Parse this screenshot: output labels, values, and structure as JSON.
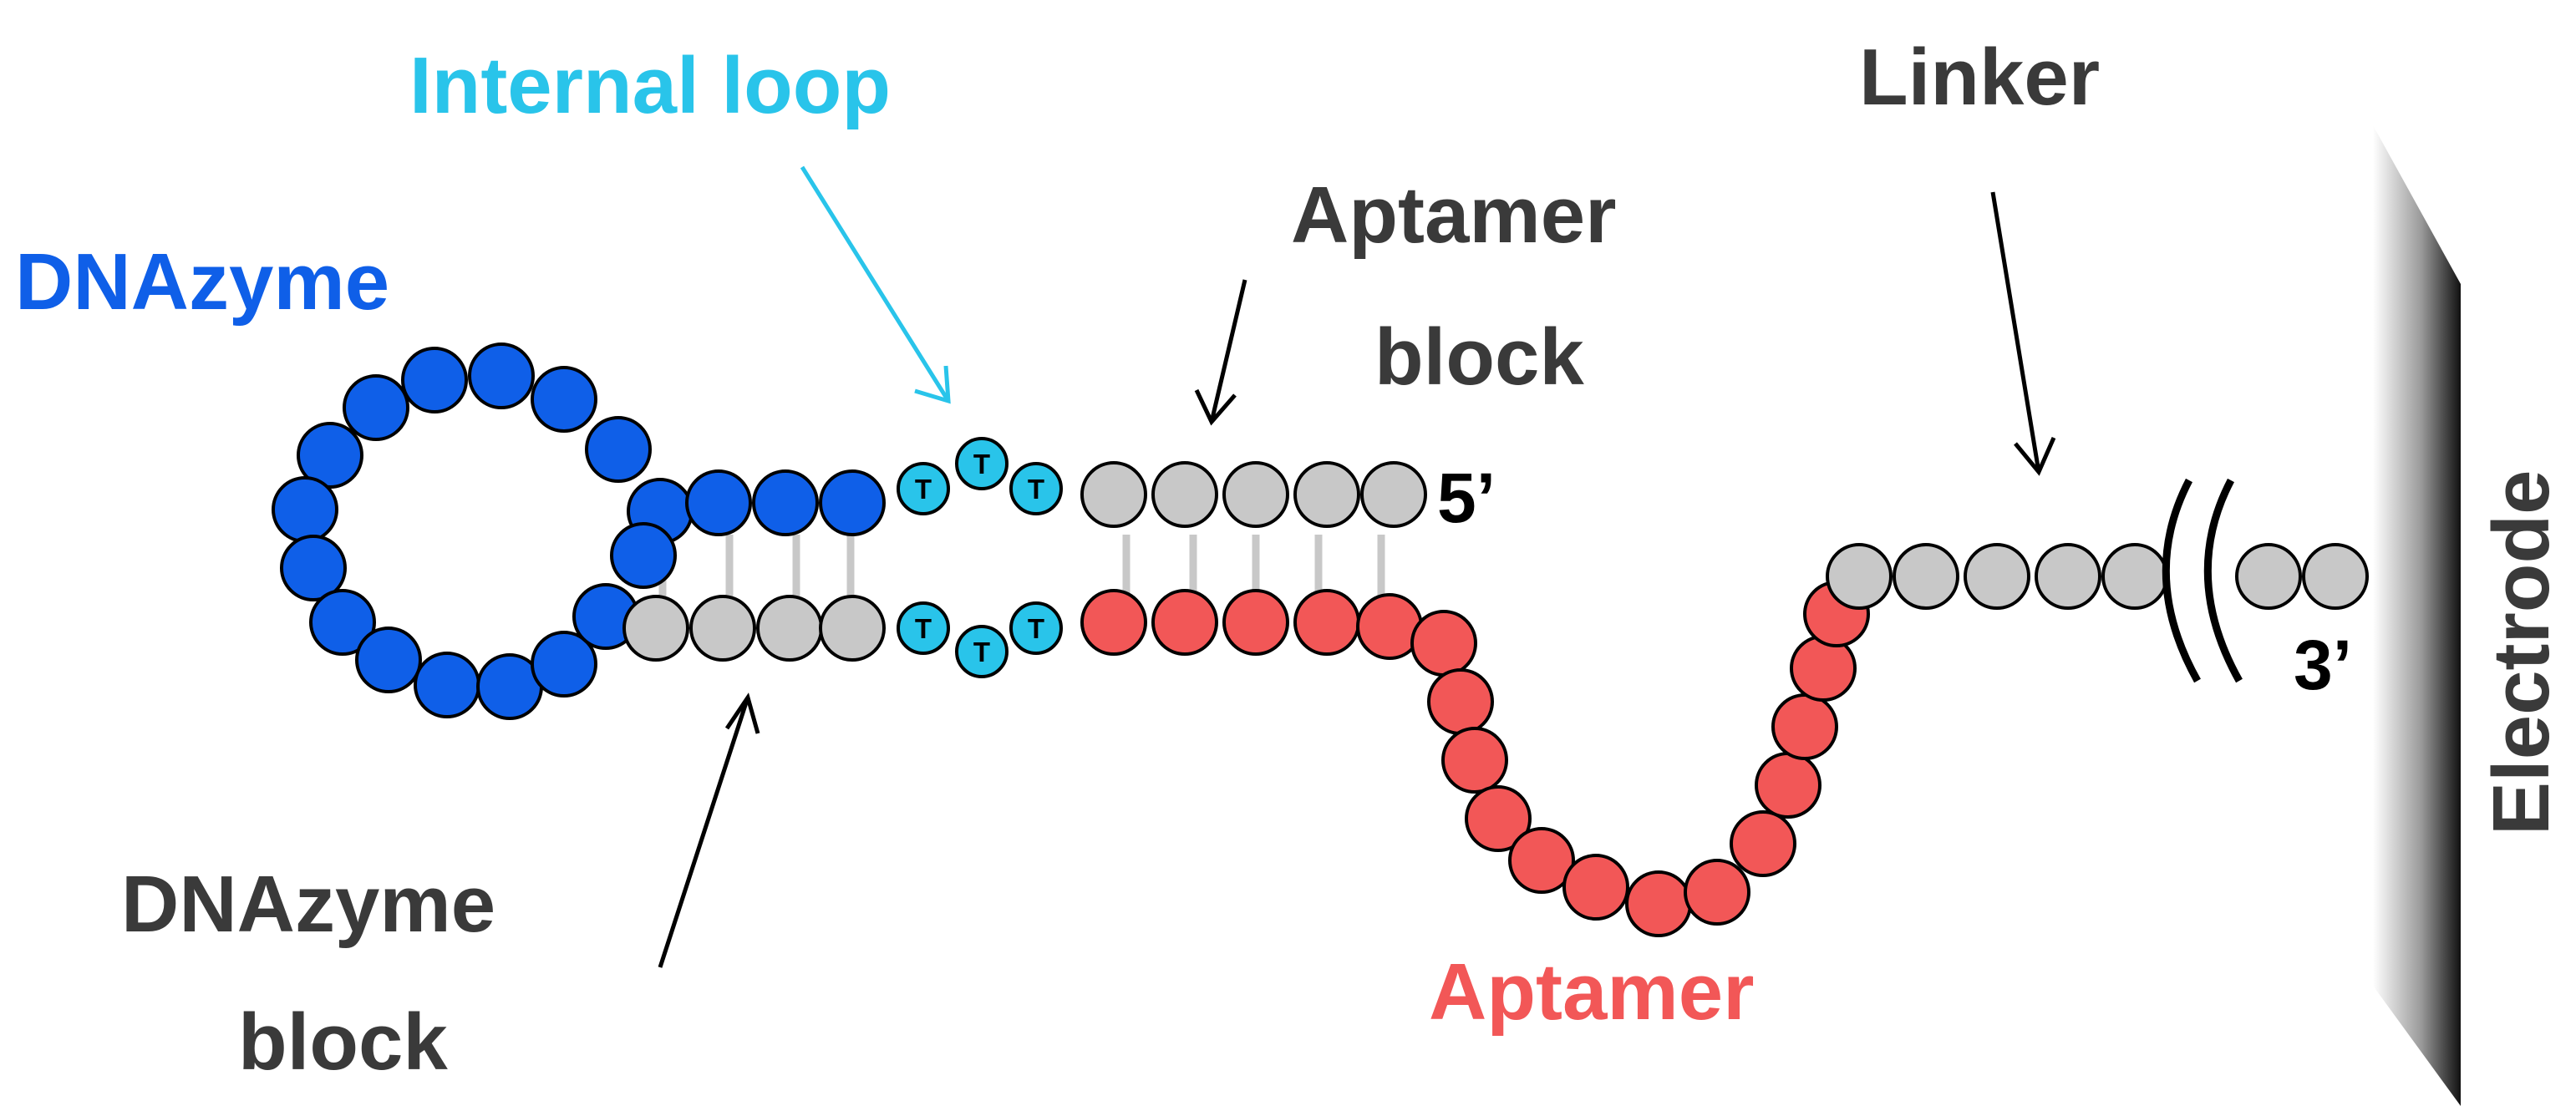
{
  "labels": {
    "dnazyme": "DNAzyme",
    "internal_loop": "Internal loop",
    "aptamer_block_1": "Aptamer",
    "aptamer_block_2": "block",
    "linker": "Linker",
    "dnazyme_block_1": "DNAzyme",
    "dnazyme_block_2": "block",
    "aptamer": "Aptamer",
    "electrode": "Electrode",
    "five_prime": "5’",
    "three_prime": "3’",
    "thymine": "T"
  },
  "colors": {
    "dnazyme": "#0f5fe8",
    "internal_loop": "#29c4ea",
    "aptamer": "#f25757",
    "block_bead": "#c8c8c8",
    "label_dark": "#3a3a3a",
    "electrode": "#1a1a1a"
  }
}
